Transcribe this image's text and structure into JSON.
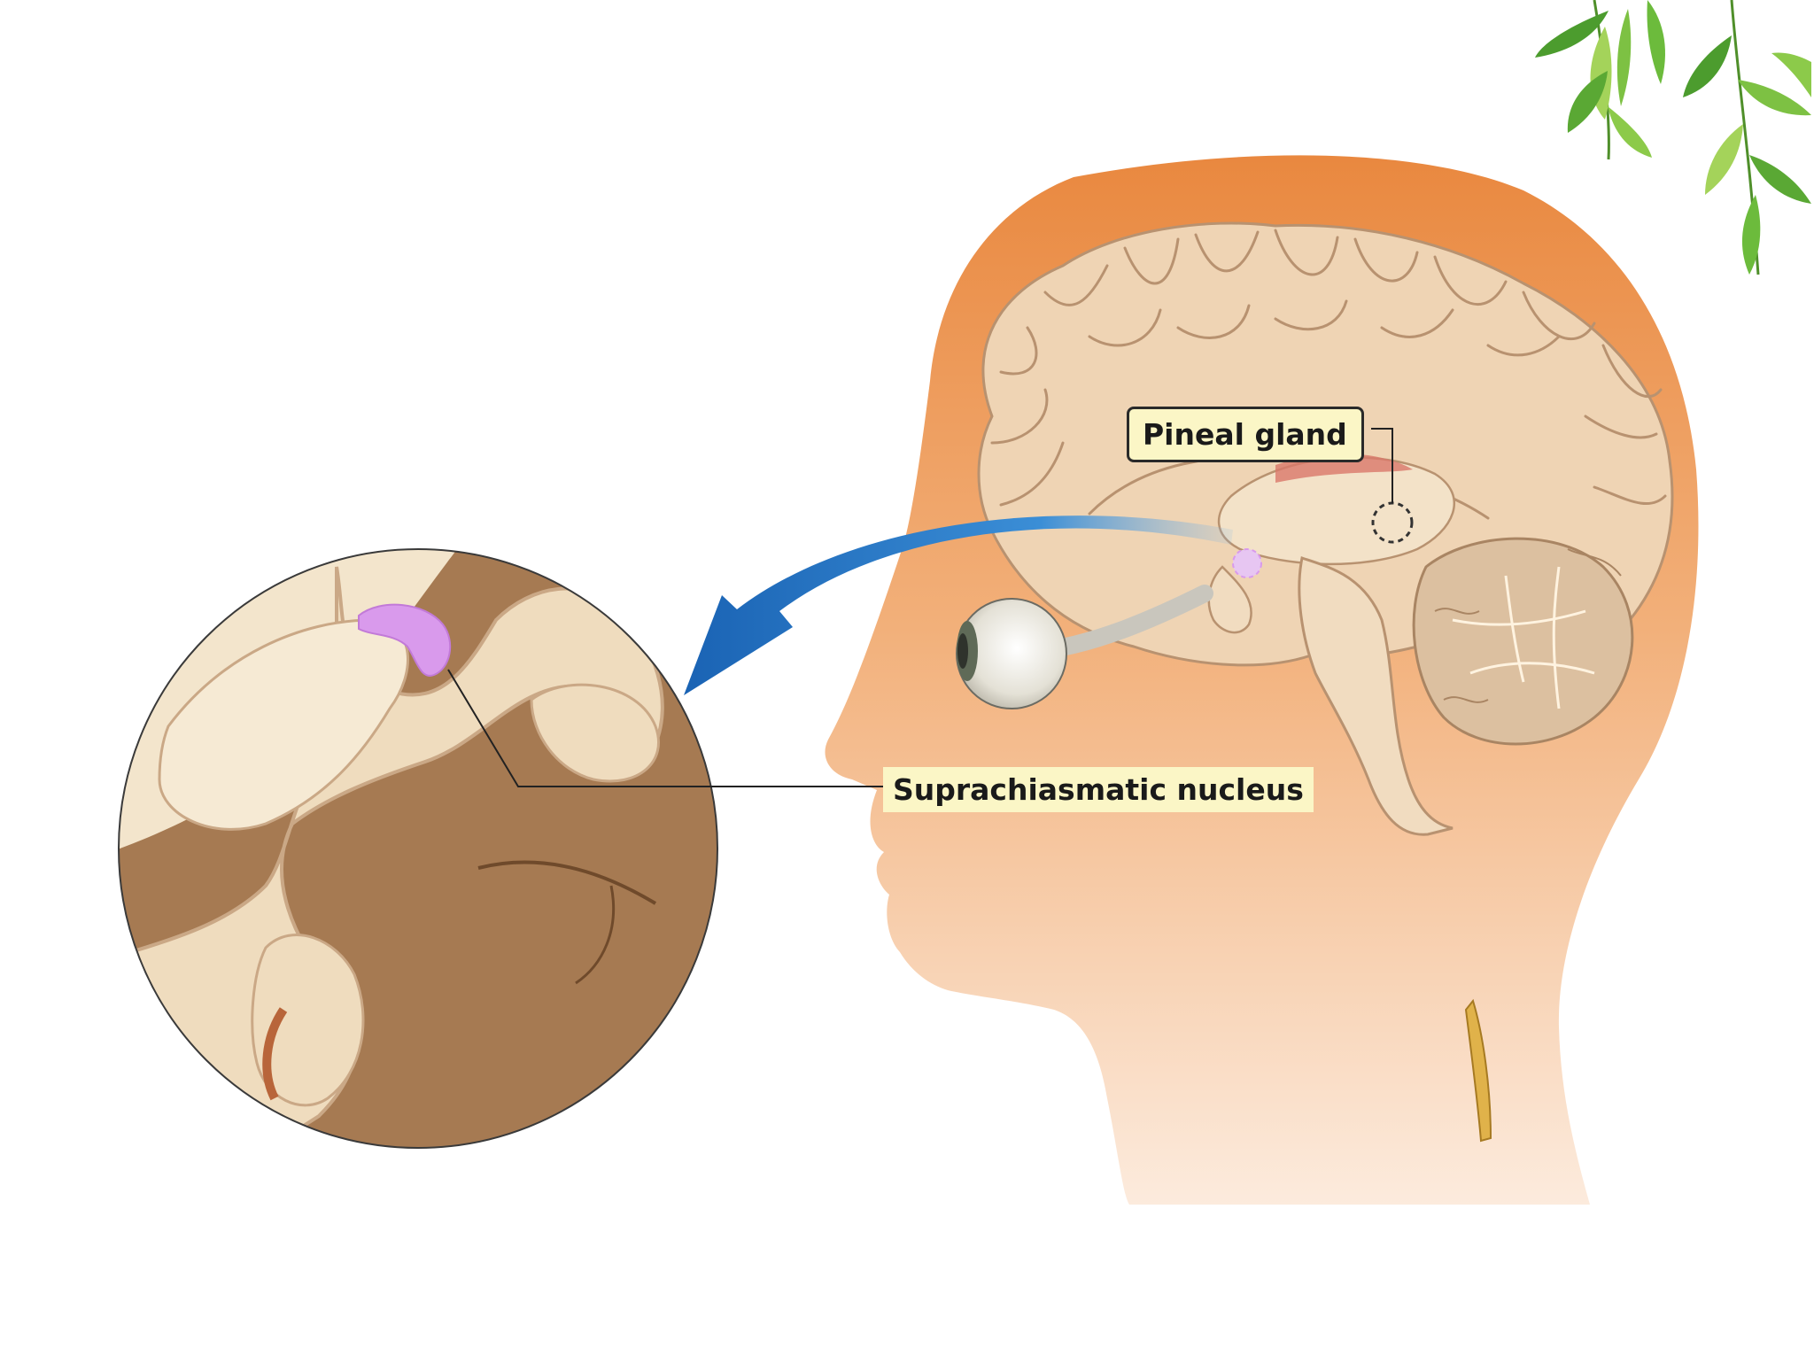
{
  "labels": {
    "pineal_gland": "Pineal gland",
    "suprachiasmatic_nucleus": "Suprachiasmatic nucleus"
  },
  "colors": {
    "head_top": "#e9883f",
    "head_bottom": "#fcebdd",
    "brain": "#efd4b4",
    "cerebellum": "#dcc0a0",
    "scn_highlight": "#d99aec",
    "arrow": "#1f73c2",
    "label_background": "#fbf6c6",
    "leaves": "#6cbb3c",
    "zoom_dark": "#a67a52",
    "zoom_light": "#f3e5cc"
  },
  "icons": [
    "leaf-branch-decoration",
    "eyeball-icon",
    "blue-curved-arrow"
  ]
}
